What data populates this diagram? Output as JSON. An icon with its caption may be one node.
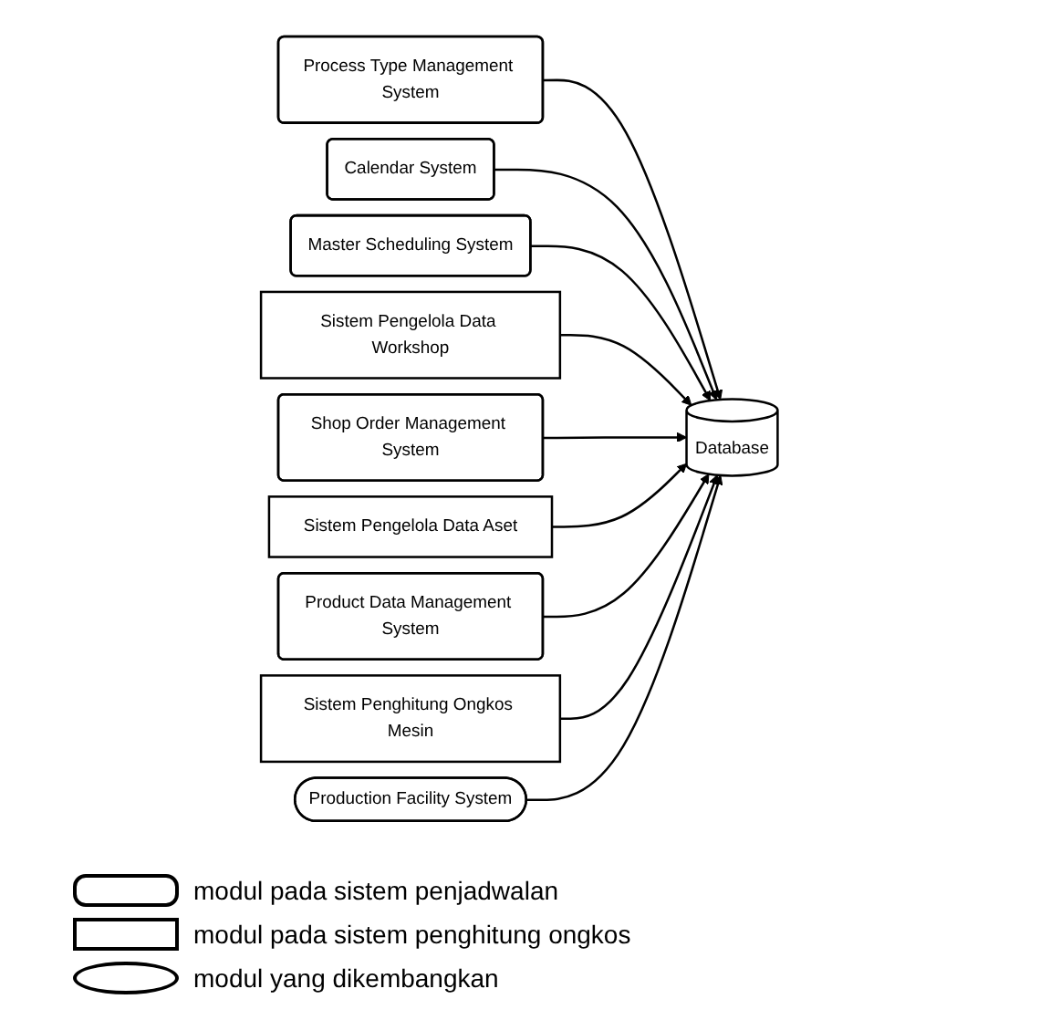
{
  "diagram": {
    "nodes": [
      {
        "text": [
          "Process Type Management System"
        ]
      },
      {
        "text": [
          "Calendar System"
        ]
      },
      {
        "text": [
          "Master Scheduling System"
        ]
      },
      {
        "text": [
          "Sistem Pengelola Data Workshop"
        ]
      },
      {
        "text": [
          "Database"
        ]
      },
      {
        "text": [
          "Shop Order Management System"
        ]
      },
      {
        "text": [
          "Sistem Pengelola Data Aset"
        ]
      },
      {
        "text": [
          "Product Data Management System"
        ]
      },
      {
        "text": [
          "Sistem Penghitung Ongkos Mesin"
        ]
      },
      {
        "text": [
          "Production Facility System"
        ]
      }
    ],
    "edges": [
      {
        "from": 0,
        "to": 4,
        "arrow": "to"
      },
      {
        "from": 1,
        "to": 4,
        "arrow": "to"
      },
      {
        "from": 2,
        "to": 4,
        "arrow": "to"
      },
      {
        "from": 3,
        "to": 4,
        "arrow": "to"
      },
      {
        "from": 5,
        "to": 4,
        "arrow": "to"
      },
      {
        "from": 6,
        "to": 4,
        "arrow": "to"
      },
      {
        "from": 7,
        "to": 4,
        "arrow": "to"
      },
      {
        "from": 8,
        "to": 4,
        "arrow": "to"
      },
      {
        "from": 9,
        "to": 4,
        "arrow": "to"
      }
    ],
    "legend": [
      {
        "text": "modul pada sistem penjadwalan"
      },
      {
        "text": "modul pada sistem penghitung ongkos"
      },
      {
        "text": "modul yang dikembangkan"
      }
    ]
  }
}
